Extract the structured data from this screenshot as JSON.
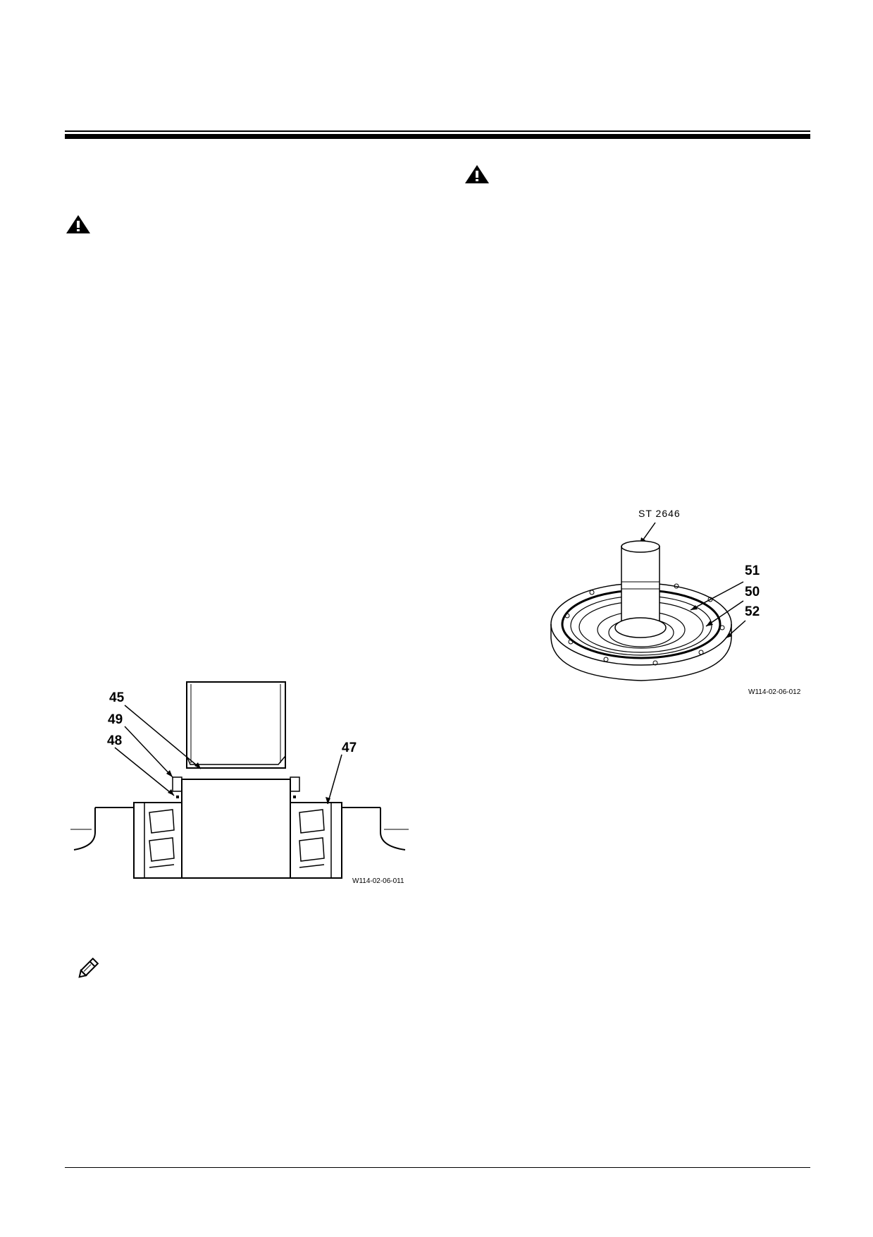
{
  "icons": {
    "warning_left": "warning-triangle-icon",
    "warning_right": "warning-triangle-icon",
    "note": "pencil-note-icon"
  },
  "figure_left": {
    "callouts": [
      "45",
      "49",
      "48",
      "47"
    ],
    "code": "W114-02-06-011"
  },
  "figure_right": {
    "tool": "ST 2646",
    "callouts": [
      "51",
      "50",
      "52"
    ],
    "code": "W114-02-06-012"
  }
}
